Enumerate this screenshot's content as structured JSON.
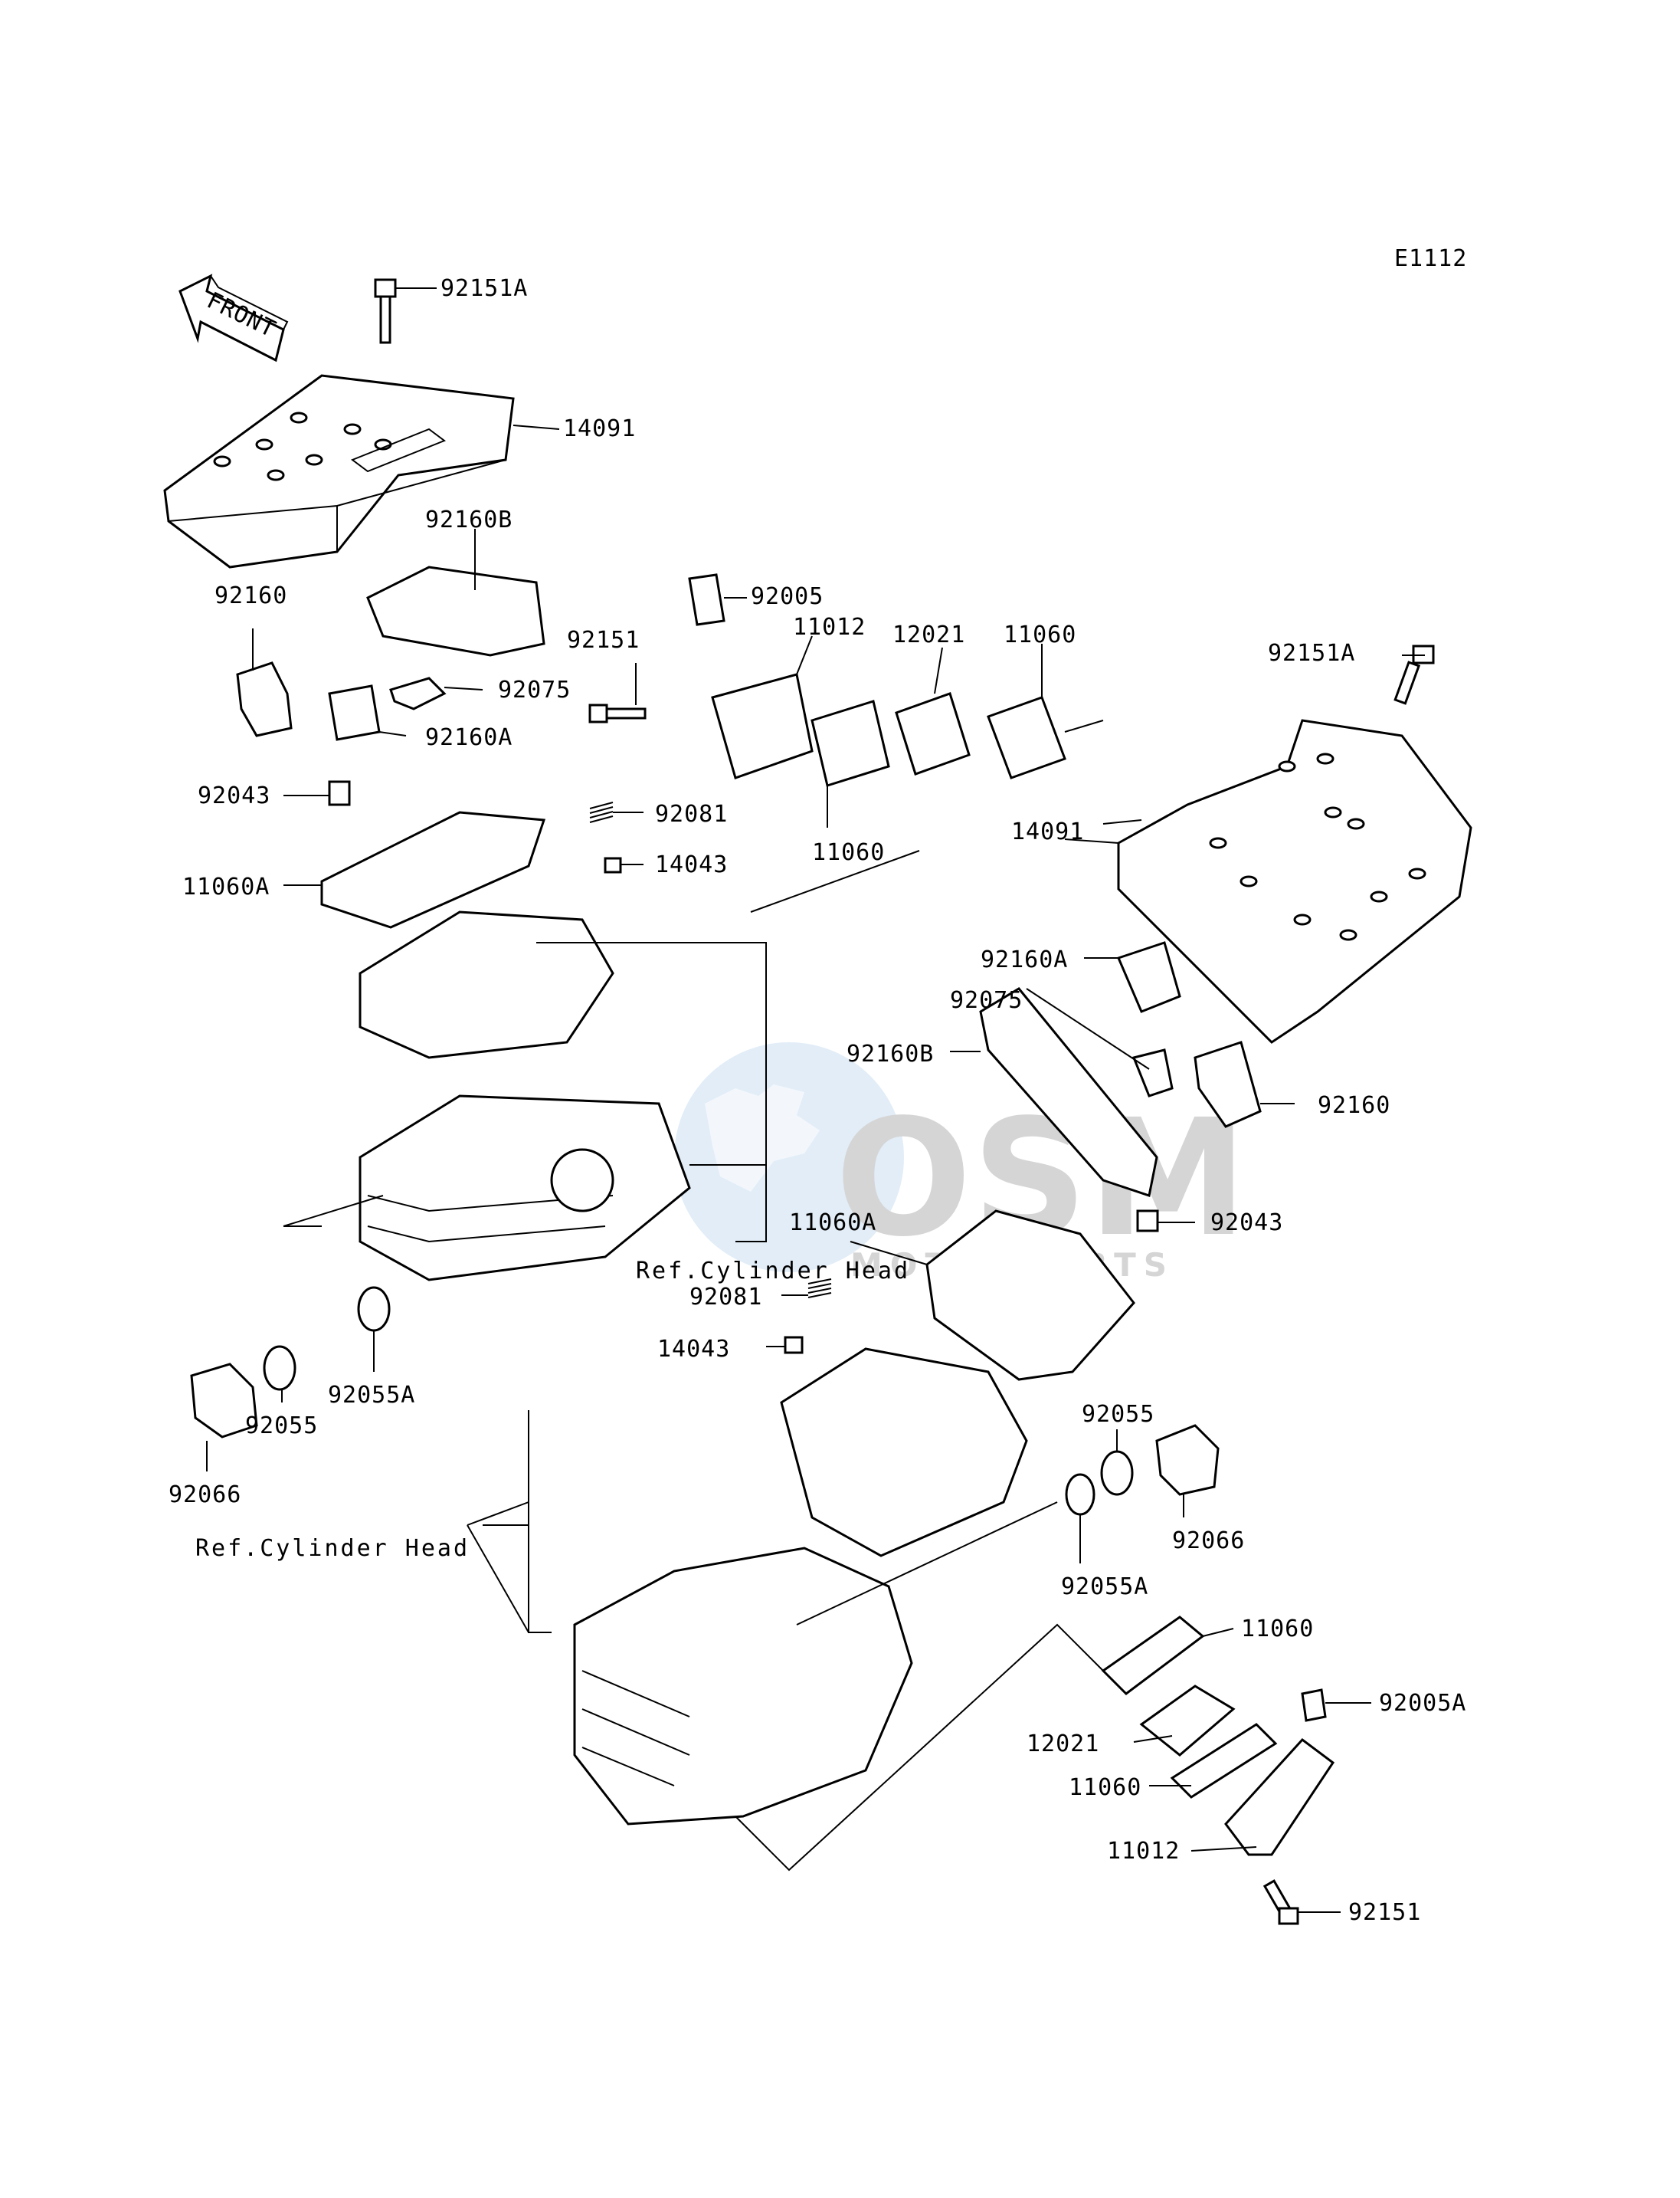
{
  "diagram_code": "E1112",
  "front_arrow_label": "FRONT",
  "reference_label": "Ref.Cylinder Head",
  "watermark": {
    "brand": "OSM",
    "tagline": "MOTORPARTS",
    "color_blue": "#3a7fc0",
    "color_gray": "#8a8a8a"
  },
  "callouts": {
    "c92151A_top": "92151A",
    "c14091_left": "14091",
    "c92160B_left": "92160B",
    "c92160_left": "92160",
    "c92005": "92005",
    "c11012_top": "11012",
    "c92151_top": "92151",
    "c12021_top": "12021",
    "c11060_top": "11060",
    "c92075_left": "92075",
    "c92160A_left": "92160A",
    "c92151A_right": "92151A",
    "c92043_left": "92043",
    "c92081_left": "92081",
    "c14043_left": "14043",
    "c11060A_left": "11060A",
    "c11060_mid": "11060",
    "c14091_right": "14091",
    "c92160A_right": "92160A",
    "c92075_right": "92075",
    "c92160B_right": "92160B",
    "c92160_right": "92160",
    "c11060A_right": "11060A",
    "c92043_right": "92043",
    "c92081_right": "92081",
    "c14043_right": "14043",
    "c92055A_left": "92055A",
    "c92066_left": "92066",
    "c92055_left": "92055",
    "c92055_right": "92055",
    "c92066_right": "92066",
    "c92055A_right": "92055A",
    "c11060_low1": "11060",
    "c12021_low": "12021",
    "c11060_low2": "11060",
    "c92005A": "92005A",
    "c11012_low": "11012",
    "c92151_low": "92151"
  }
}
